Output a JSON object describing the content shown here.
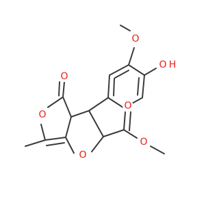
{
  "molecule": {
    "atoms": {
      "o_methoxy": "O",
      "o_hydroxyl_o": "O",
      "o_hydroxyl_h": "H",
      "o_carbonyl_ring": "O",
      "o_ring_pyran": "O",
      "o_ring_furan": "O",
      "o_ester_carbonyl": "O",
      "o_ester": "O"
    }
  }
}
